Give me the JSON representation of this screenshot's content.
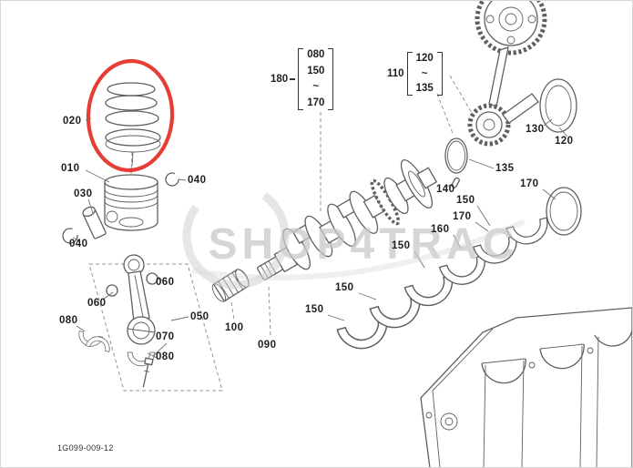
{
  "meta": {
    "drawing_code": "1G099-009-12",
    "watermark": "SHOP4TRAC",
    "highlight_color": "#e2231a",
    "line_color": "#5f5f5f",
    "watermark_color": "#c9c9c9"
  },
  "groups": [
    {
      "label": "180",
      "lines": [
        "080",
        "150",
        "~",
        "170"
      ]
    },
    {
      "label": "110",
      "lines": [
        "120",
        "~",
        "135"
      ]
    }
  ],
  "labels": [
    {
      "text": "020"
    },
    {
      "text": "010"
    },
    {
      "text": "030"
    },
    {
      "text": "040"
    },
    {
      "text": "040"
    },
    {
      "text": "060"
    },
    {
      "text": "060"
    },
    {
      "text": "050"
    },
    {
      "text": "070"
    },
    {
      "text": "080"
    },
    {
      "text": "080"
    },
    {
      "text": "100"
    },
    {
      "text": "090"
    },
    {
      "text": "130"
    },
    {
      "text": "120"
    },
    {
      "text": "135"
    },
    {
      "text": "140"
    },
    {
      "text": "150"
    },
    {
      "text": "170"
    },
    {
      "text": "170"
    },
    {
      "text": "160"
    },
    {
      "text": "150"
    },
    {
      "text": "150"
    },
    {
      "text": "150"
    }
  ]
}
